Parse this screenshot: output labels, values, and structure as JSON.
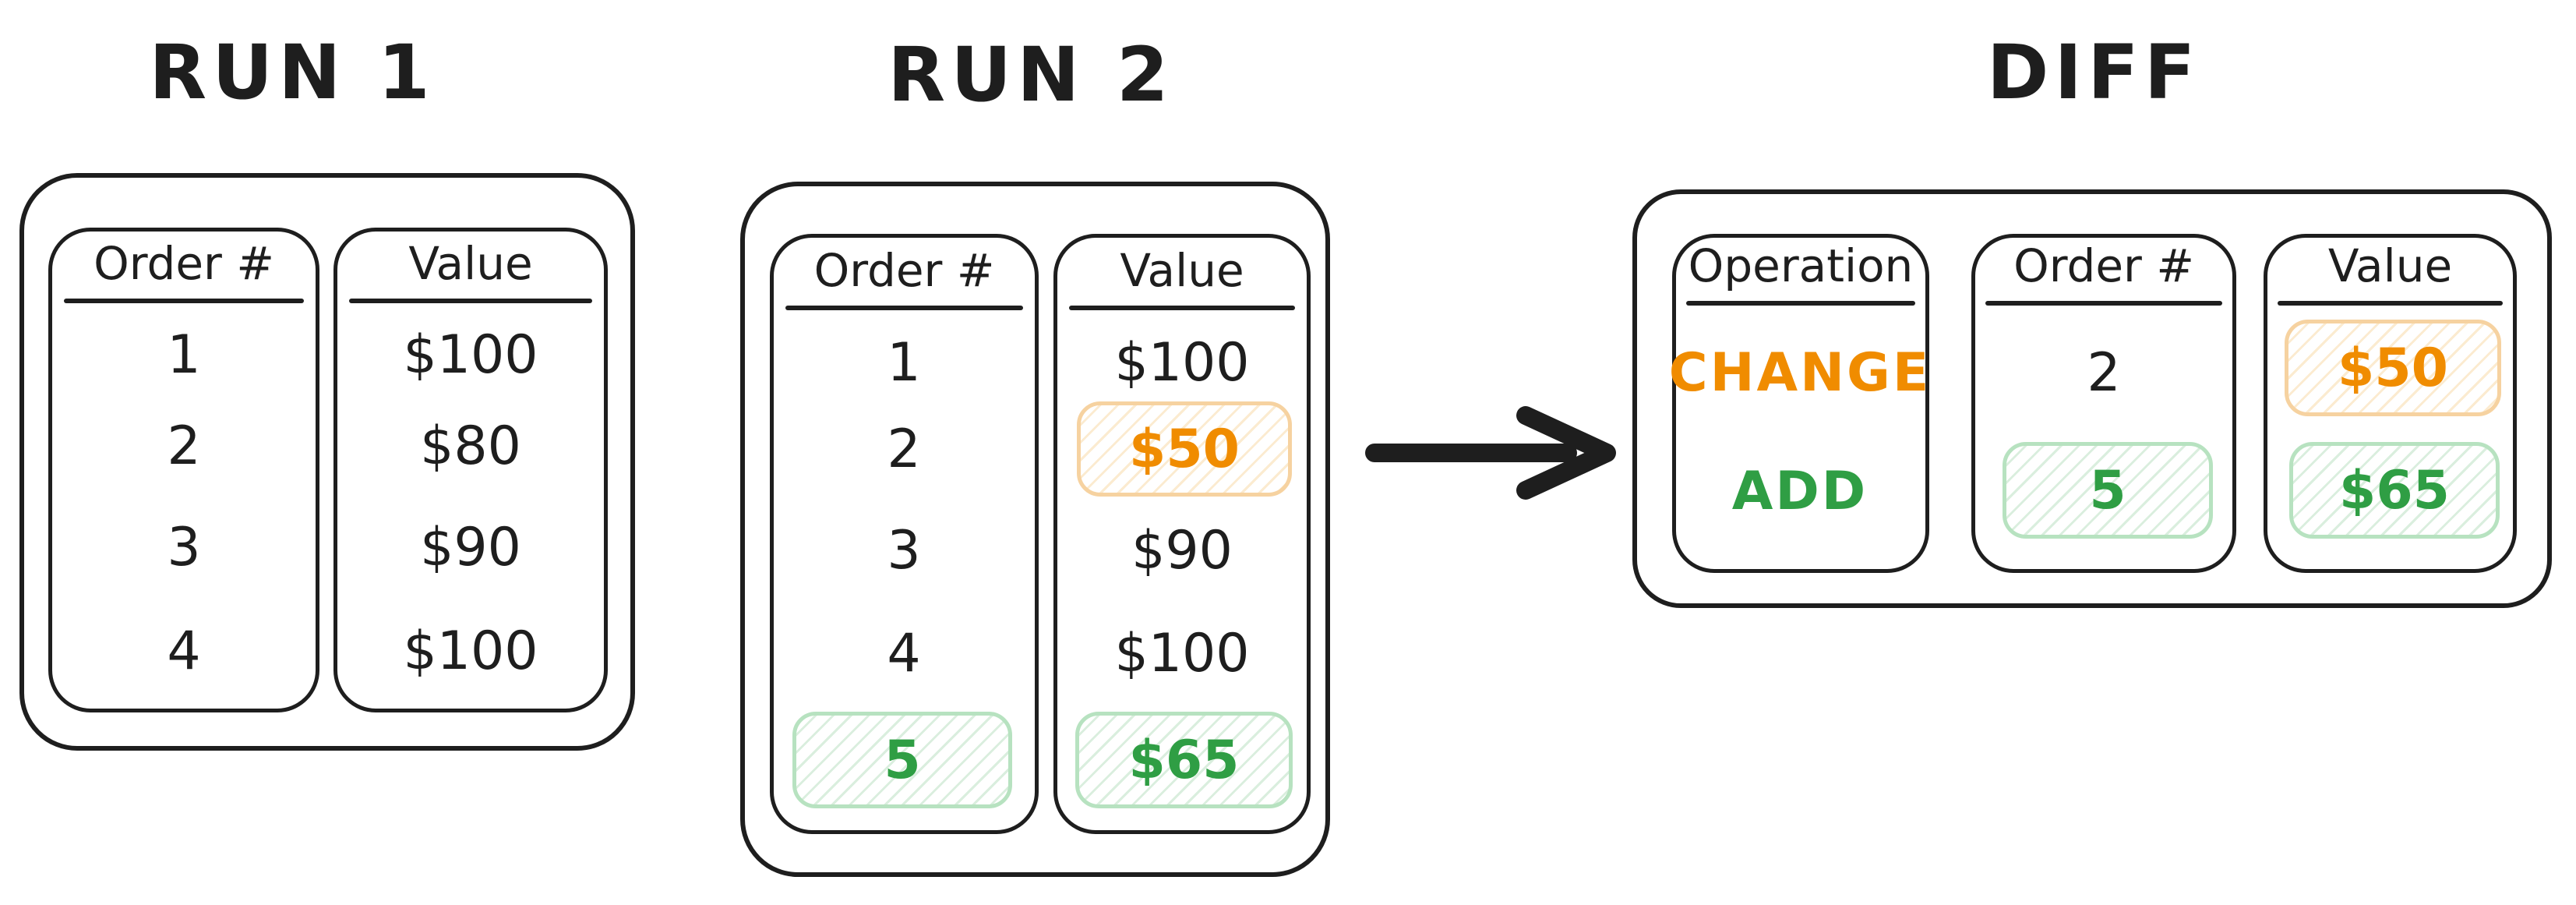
{
  "titles": {
    "run1": "RUN 1",
    "run2": "RUN 2",
    "diff": "DIFF"
  },
  "run1": {
    "headers": {
      "order": "Order #",
      "value": "Value"
    },
    "rows": [
      {
        "order": "1",
        "value": "$100"
      },
      {
        "order": "2",
        "value": "$80"
      },
      {
        "order": "3",
        "value": "$90"
      },
      {
        "order": "4",
        "value": "$100"
      }
    ]
  },
  "run2": {
    "headers": {
      "order": "Order #",
      "value": "Value"
    },
    "rows": [
      {
        "order": "1",
        "value": "$100",
        "highlight": "none"
      },
      {
        "order": "2",
        "value": "$50",
        "highlight": "changed-value"
      },
      {
        "order": "3",
        "value": "$90",
        "highlight": "none"
      },
      {
        "order": "4",
        "value": "$100",
        "highlight": "none"
      },
      {
        "order": "5",
        "value": "$65",
        "highlight": "added-row"
      }
    ]
  },
  "diff": {
    "headers": {
      "operation": "Operation",
      "order": "Order #",
      "value": "Value"
    },
    "rows": [
      {
        "operation": "CHANGE",
        "order": "2",
        "value": "$50",
        "type": "change"
      },
      {
        "operation": "ADD",
        "order": "5",
        "value": "$65",
        "type": "add"
      }
    ]
  },
  "icons": {
    "arrow": "arrow-right-icon"
  },
  "colors": {
    "ink": "#1e1e1e",
    "orange": "#f08c00",
    "orange_border": "#f6d2a0",
    "green": "#2f9e44",
    "green_border": "#b7e2c0",
    "background": "#ffffff"
  }
}
